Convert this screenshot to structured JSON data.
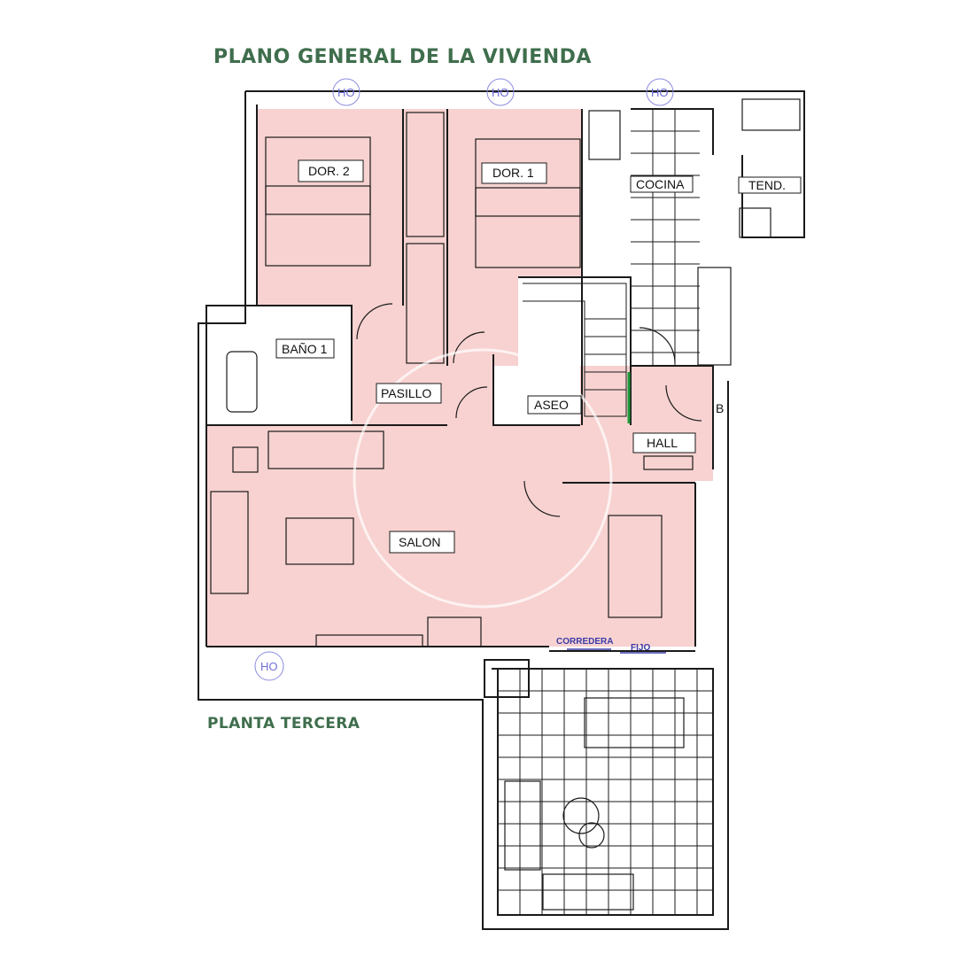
{
  "header": {
    "title": "PLANO GENERAL DE LA VIVIENDA"
  },
  "footer": {
    "floor_label": "PLANTA TERCERA"
  },
  "rooms": {
    "dormitorio_2": "DOR. 2",
    "dormitorio_1": "DOR. 1",
    "cocina": "COCINA",
    "tendedero": "TEND.",
    "bano_1": "BAÑO 1",
    "pasillo": "PASILLO",
    "aseo": "ASEO",
    "hall": "HALL",
    "salon": "SALON"
  },
  "annotations": {
    "corredera": "CORREDERA",
    "fijo": "FIJO",
    "ho_marker": "HO",
    "b_marker": "B"
  },
  "colors": {
    "room_fill": "#f7d2d0",
    "wall": "#1a1a1a",
    "title_green": "#3f6e4d",
    "annotation_blue": "#3a3aa8",
    "ho_blue": "#6e6ed8",
    "stair_green": "#1f9a3c"
  }
}
